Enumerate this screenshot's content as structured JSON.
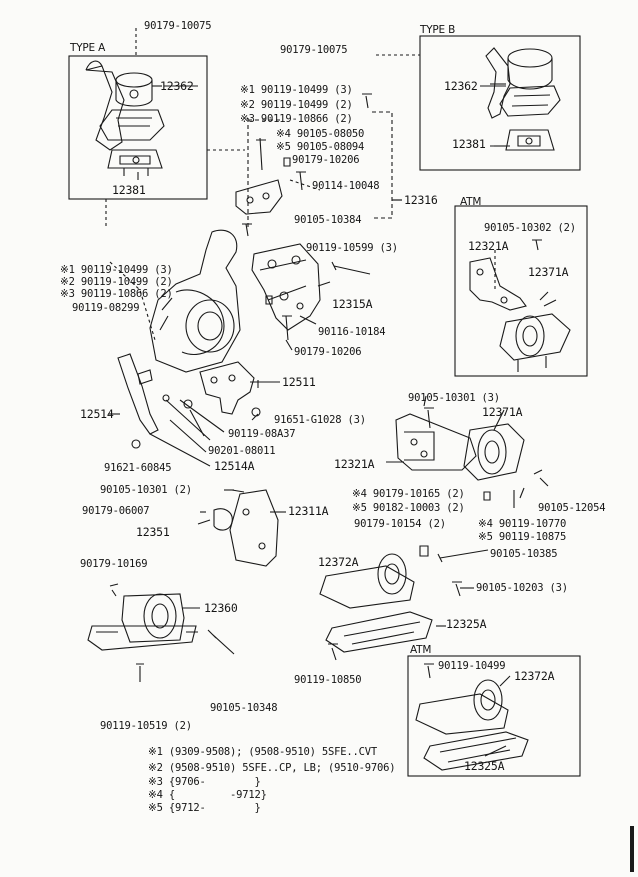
{
  "type_a": {
    "title": "TYPE A",
    "top_callout": "90179-10075",
    "mount": "12362",
    "bracket": "12381"
  },
  "type_b": {
    "title": "TYPE B",
    "callout": "90179-10075",
    "mount": "12362",
    "bracket": "12381"
  },
  "bolts_group": {
    "m1": "※1 90119-10499 (3)",
    "m2": "※2 90119-10499 (2)",
    "m3": "※3 90119-10866 (2)",
    "m4": "※4 90105-08050",
    "m5": "※5 90105-08094",
    "nut": "90179-10206",
    "bolt": "90114-10048",
    "part": "12316",
    "lower_bolt": "90105-10384"
  },
  "left_group": {
    "l1": "※1 90119-10499 (3)",
    "l2": "※2 90119-10499 (2)",
    "l3": "※3 90119-10866 (2)",
    "l4": "90119-08299"
  },
  "atm_top": {
    "title": "ATM",
    "bolt": "90105-10302 (2)",
    "p1": "12321A",
    "p2": "12371A"
  },
  "center": {
    "bolt3": "90119-10599 (3)",
    "bracket": "12315A",
    "b1": "90116-10184",
    "b2": "90179-10206",
    "mount": "12511",
    "screw": "91651-G1028 (3)",
    "b3": "90119-08A37",
    "b4": "90201-08011",
    "stay": "12514",
    "stay_a": "12514A",
    "screw2": "91621-60845"
  },
  "right_mid": {
    "bolt": "90105-10301 (3)",
    "mount": "12371A",
    "bracket": "12321A",
    "a4": "※4 90179-10165 (2)",
    "a5": "※5 90182-10003 (2)",
    "b1": "90105-12054",
    "c1": "90179-10154 (2)",
    "c4": "※4 90119-10770",
    "c5": "※5 90119-10875",
    "c6": "90105-10385"
  },
  "left_mid": {
    "bolt": "90105-10301 (2)",
    "nut": "90179-06007",
    "bracket": "12311A",
    "insul": "12351"
  },
  "bottom_left": {
    "nut": "90179-10169",
    "mount": "12360",
    "bolt": "90105-10348",
    "bolt2": "90119-10519 (2)"
  },
  "bottom_right": {
    "mount": "12372A",
    "bolt": "90105-10203 (3)",
    "bracket": "12325A",
    "bolt2": "90119-10850"
  },
  "atm_bottom": {
    "title": "ATM",
    "bolt": "90119-10499",
    "mount": "12372A",
    "bracket": "12325A"
  },
  "notes": {
    "n1": "※1 (9309-9508); (9508-9510) 5SFE..CVT",
    "n2": "※2 (9508-9510) 5SFE..CP, LB; (9510-9706)",
    "n3": "※3 {9706-        }",
    "n4": "※4 {         -9712}",
    "n5": "※5 {9712-        }"
  }
}
